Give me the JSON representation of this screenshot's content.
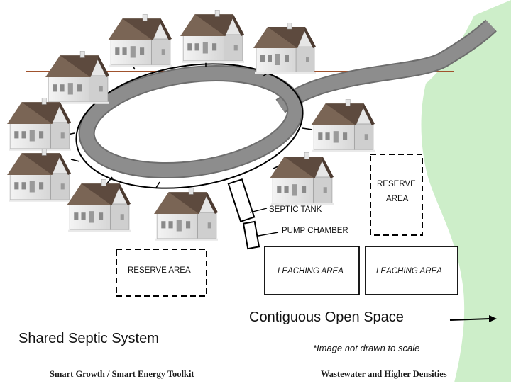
{
  "labels": {
    "reserve_area_right_line1": "RESERVE",
    "reserve_area_right_line2": "AREA",
    "septic_tank": "SEPTIC TANK",
    "pump_chamber": "PUMP CHAMBER",
    "reserve_area_left": "RESERVE AREA",
    "leaching_area_1": "LEACHING AREA",
    "leaching_area_2": "LEACHING AREA",
    "open_space": "Contiguous Open Space",
    "title": "Shared Septic System",
    "note": "*Image not drawn to scale"
  },
  "footer": {
    "left": "Smart Growth / Smart Energy Toolkit",
    "right": "Wastewater and Higher Densities"
  },
  "colors": {
    "open_space_green": "#cdeec9",
    "road_gray": "#8a8a8a",
    "roof_brown": "#7a6555",
    "property_line": "#a0522d"
  }
}
